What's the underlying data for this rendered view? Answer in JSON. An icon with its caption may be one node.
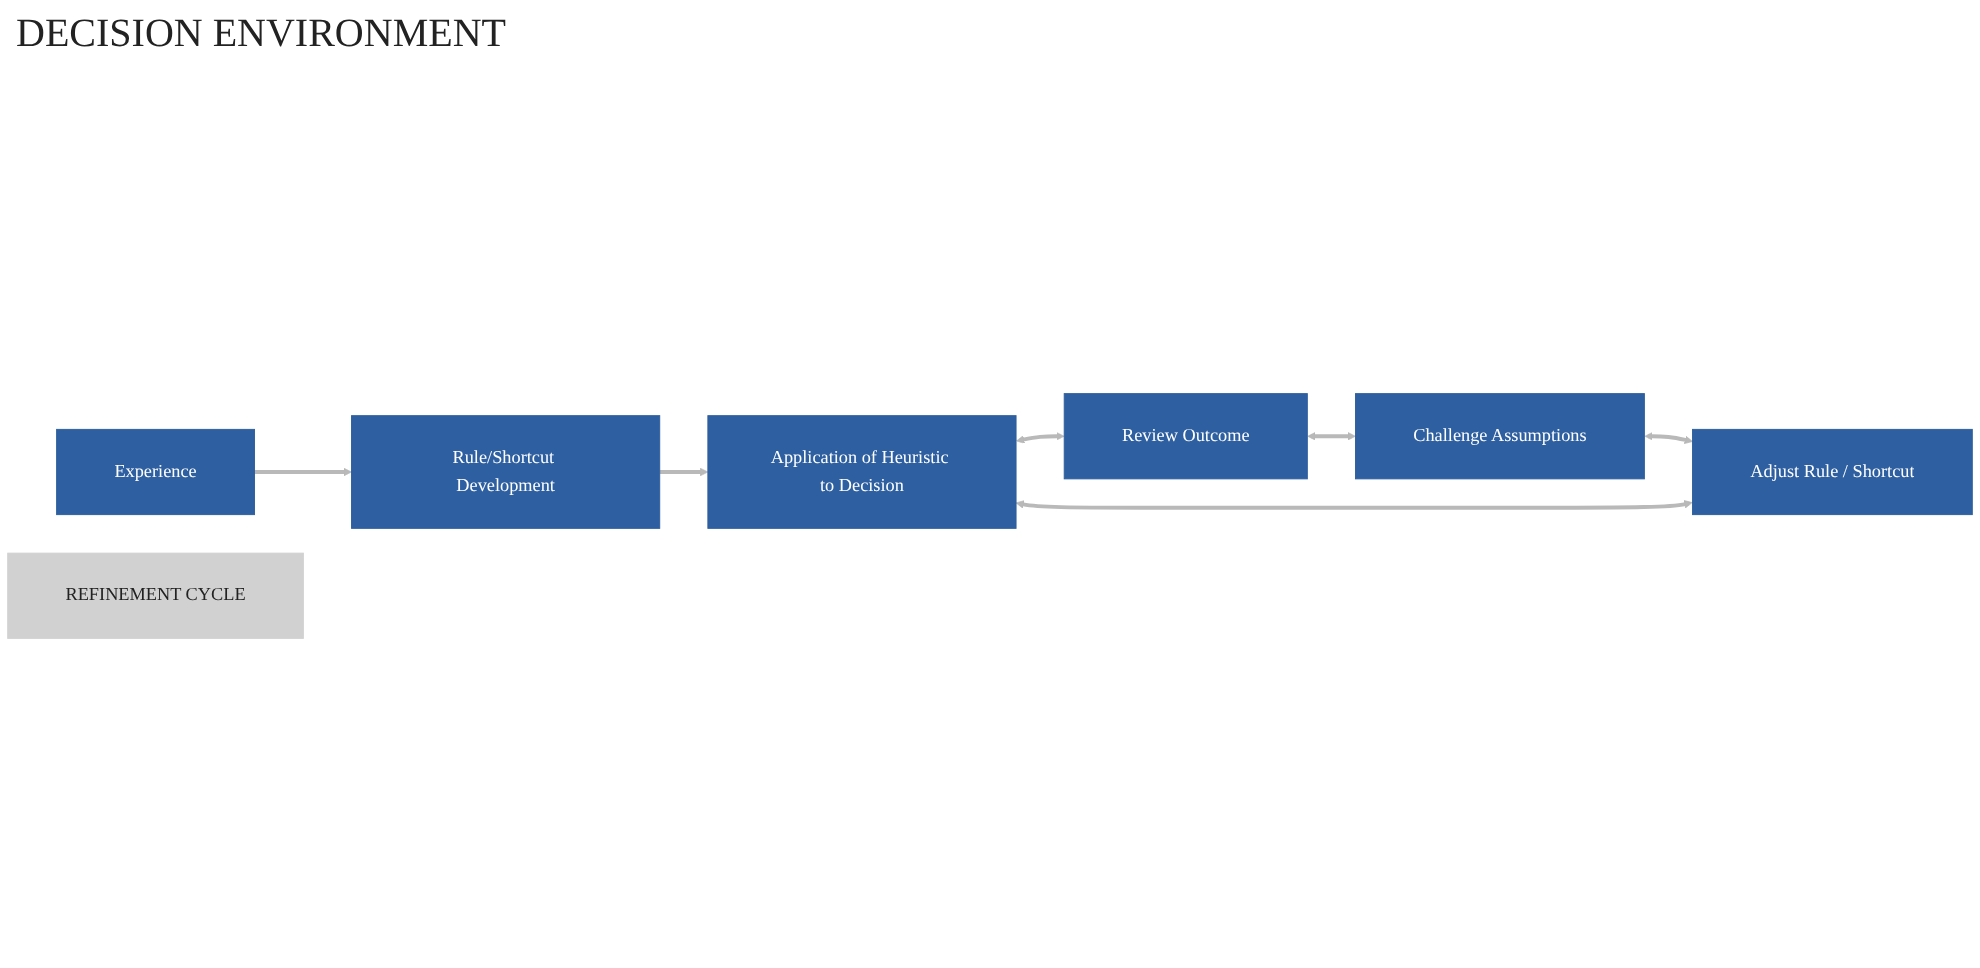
{
  "diagram": {
    "title": "DECISION ENVIRONMENT",
    "nodes": [
      {
        "text": [
          "Experience"
        ]
      },
      {
        "text": [
          "Rule/Shortcut Development"
        ]
      },
      {
        "text": [
          "Application of Heuristic to Decision"
        ]
      },
      {
        "text": [
          "Review Outcome"
        ]
      },
      {
        "text": [
          "REFINEMENT CYCLE"
        ]
      },
      {
        "text": [
          "Challenge Assumptions"
        ]
      },
      {
        "text": [
          "Adjust Rule / Shortcut"
        ]
      }
    ],
    "edges": [
      {
        "from": 0,
        "to": 1,
        "arrow": "to"
      },
      {
        "from": 1,
        "to": 2,
        "arrow": "to"
      },
      {
        "from": 2,
        "to": 3,
        "arrow": "both"
      },
      {
        "from": 3,
        "to": 5,
        "arrow": "both"
      },
      {
        "from": 5,
        "to": 6,
        "arrow": "both"
      },
      {
        "from": 6,
        "to": 2,
        "arrow": "both"
      }
    ]
  }
}
